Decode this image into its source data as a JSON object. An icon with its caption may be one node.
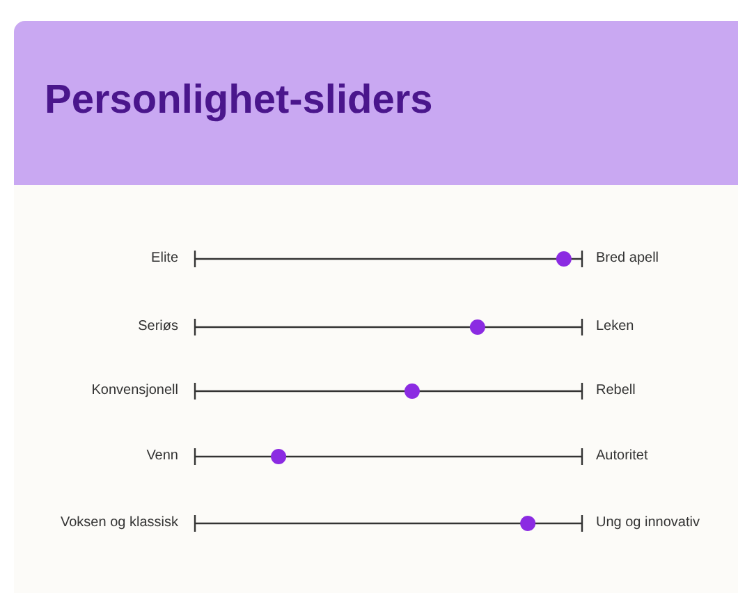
{
  "diagram": {
    "title": "Personlighet-sliders",
    "labels": [
      "Elite",
      "Bred apell",
      "Seriøs",
      "Leken",
      "Konvensjonell",
      "Rebell",
      "Venn",
      "Autoritet",
      "Voksen og klassisk",
      "Ung og innovativ"
    ]
  }
}
